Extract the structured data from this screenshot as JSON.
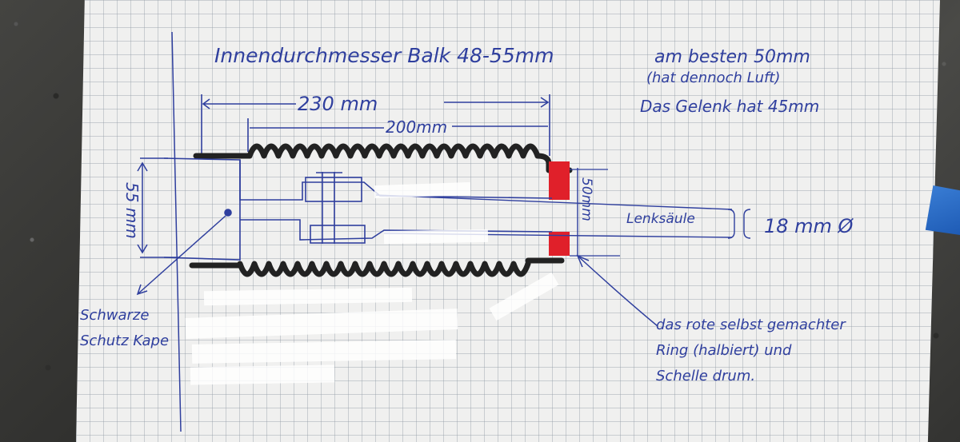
{
  "diagram": {
    "title": "Innendurchmesser Balk 48-55mm",
    "best": "am besten 50mm",
    "play": "(hat dennoch Luft)",
    "joint": "Das Gelenk hat 45mm",
    "dim_230": "230 mm",
    "dim_200": "200mm",
    "dim_55": "55 mm",
    "dim_50": "50mm",
    "steering_column": "Lenksäule",
    "diameter_18": "18 mm Ø",
    "cap_line1": "Schwarze",
    "cap_line2": "Schutz Kape",
    "ring_line1": "das rote selbst gemachter",
    "ring_line2": "Ring (halbiert) und",
    "ring_line3": "Schelle drum."
  },
  "colors": {
    "ink": "#2f3f9e",
    "bellows": "#222222",
    "ring": "#e0202a"
  }
}
